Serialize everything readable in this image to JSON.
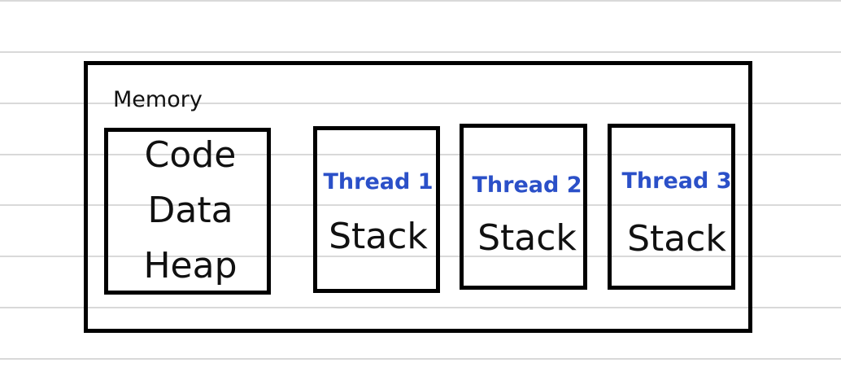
{
  "memory": {
    "title": "Memory",
    "shared": {
      "code": "Code",
      "data": "Data",
      "heap": "Heap"
    },
    "threads": [
      {
        "name": "Thread 1",
        "stack": "Stack"
      },
      {
        "name": "Thread 2",
        "stack": "Stack"
      },
      {
        "name": "Thread 3",
        "stack": "Stack"
      }
    ]
  },
  "colors": {
    "border": "#000000",
    "thread_label": "#2b50c8",
    "text": "#111111",
    "ruled_line": "#d9d9d9",
    "background": "#ffffff"
  }
}
